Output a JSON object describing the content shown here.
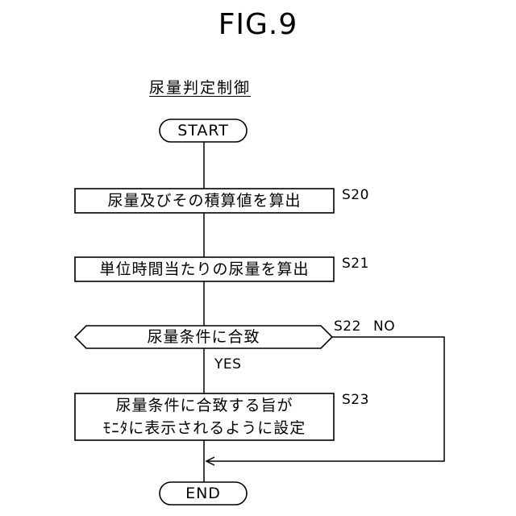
{
  "figure_title": "FIG.9",
  "heading": "尿量判定制御",
  "nodes": {
    "start": "START",
    "s20": "尿量及びその積算値を算出",
    "s21": "単位時間当たりの尿量を算出",
    "s22": "尿量条件に合致",
    "s23_line1": "尿量条件に合致する旨が",
    "s23_line2": "ﾓﾆﾀに表示されるように設定",
    "end": "END"
  },
  "step_labels": {
    "s20": "S20",
    "s21": "S21",
    "s22": "S22",
    "s23": "S23"
  },
  "branch_labels": {
    "no": "NO",
    "yes": "YES"
  }
}
